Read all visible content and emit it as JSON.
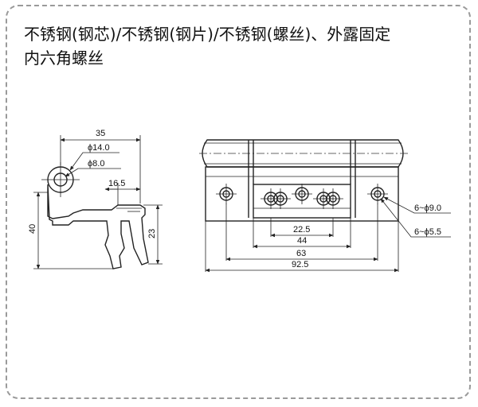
{
  "title": "不锈钢(钢芯)/不锈钢(钢片)/不锈钢(螺丝)、外露固定\n内六角螺丝",
  "side_view": {
    "width": "35",
    "phi_14": "ϕ14.0",
    "phi_8": "ϕ8.0",
    "depth": "16.5",
    "height": "40",
    "inner_height": "23"
  },
  "front_view": {
    "dim_22_5": "22.5",
    "dim_44": "44",
    "dim_63": "63",
    "dim_92_5": "92.5",
    "holes_9": "6~ϕ9.0",
    "holes_5_5": "6~ϕ5.5"
  }
}
